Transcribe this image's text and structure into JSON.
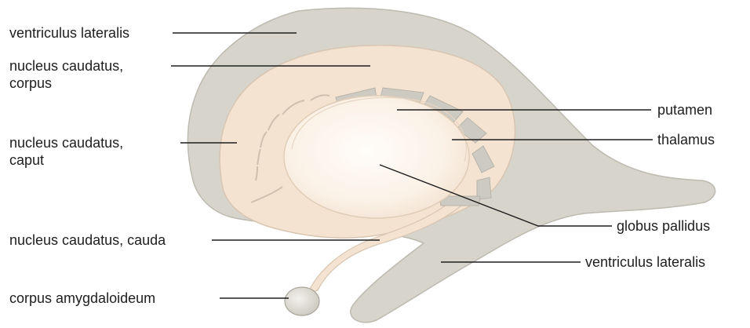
{
  "labels": {
    "ventriculus_lateralis_top": "ventriculus lateralis",
    "nucleus_caudatus_corpus": [
      "nucleus caudatus,",
      "corpus"
    ],
    "nucleus_caudatus_caput": [
      "nucleus caudatus,",
      "caput"
    ],
    "nucleus_caudatus_cauda": "nucleus caudatus, cauda",
    "corpus_amygdaloideum": "corpus amygdaloideum",
    "putamen": "putamen",
    "thalamus": "thalamus",
    "globus_pallidus": "globus pallidus",
    "ventriculus_lateralis_bottom": "ventriculus lateralis"
  },
  "colors": {
    "ventricle_fill": "#d6d4cb",
    "ventricle_stroke": "#bdbab0",
    "caudate_fill": "#f4e3d1",
    "caudate_stroke": "#d8c6b2",
    "globus_fill": "#fbf2e8",
    "putamen_band": "#cdcac1",
    "leader_line": "#1e1e1e"
  }
}
